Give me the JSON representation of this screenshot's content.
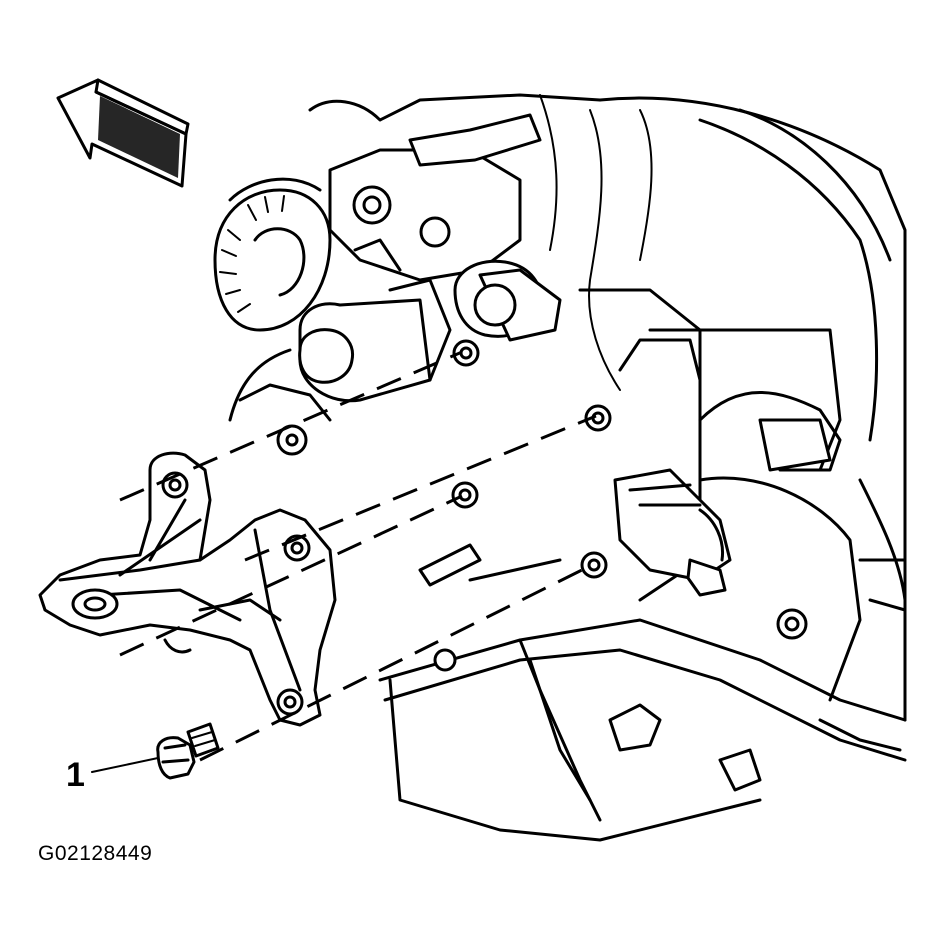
{
  "callouts": [
    {
      "number": "1",
      "part": "bolt"
    }
  ],
  "figure_id": "G02128449",
  "icons": [
    "direction-arrow-icon"
  ],
  "colors": {
    "line": "#000000",
    "background": "#ffffff"
  }
}
